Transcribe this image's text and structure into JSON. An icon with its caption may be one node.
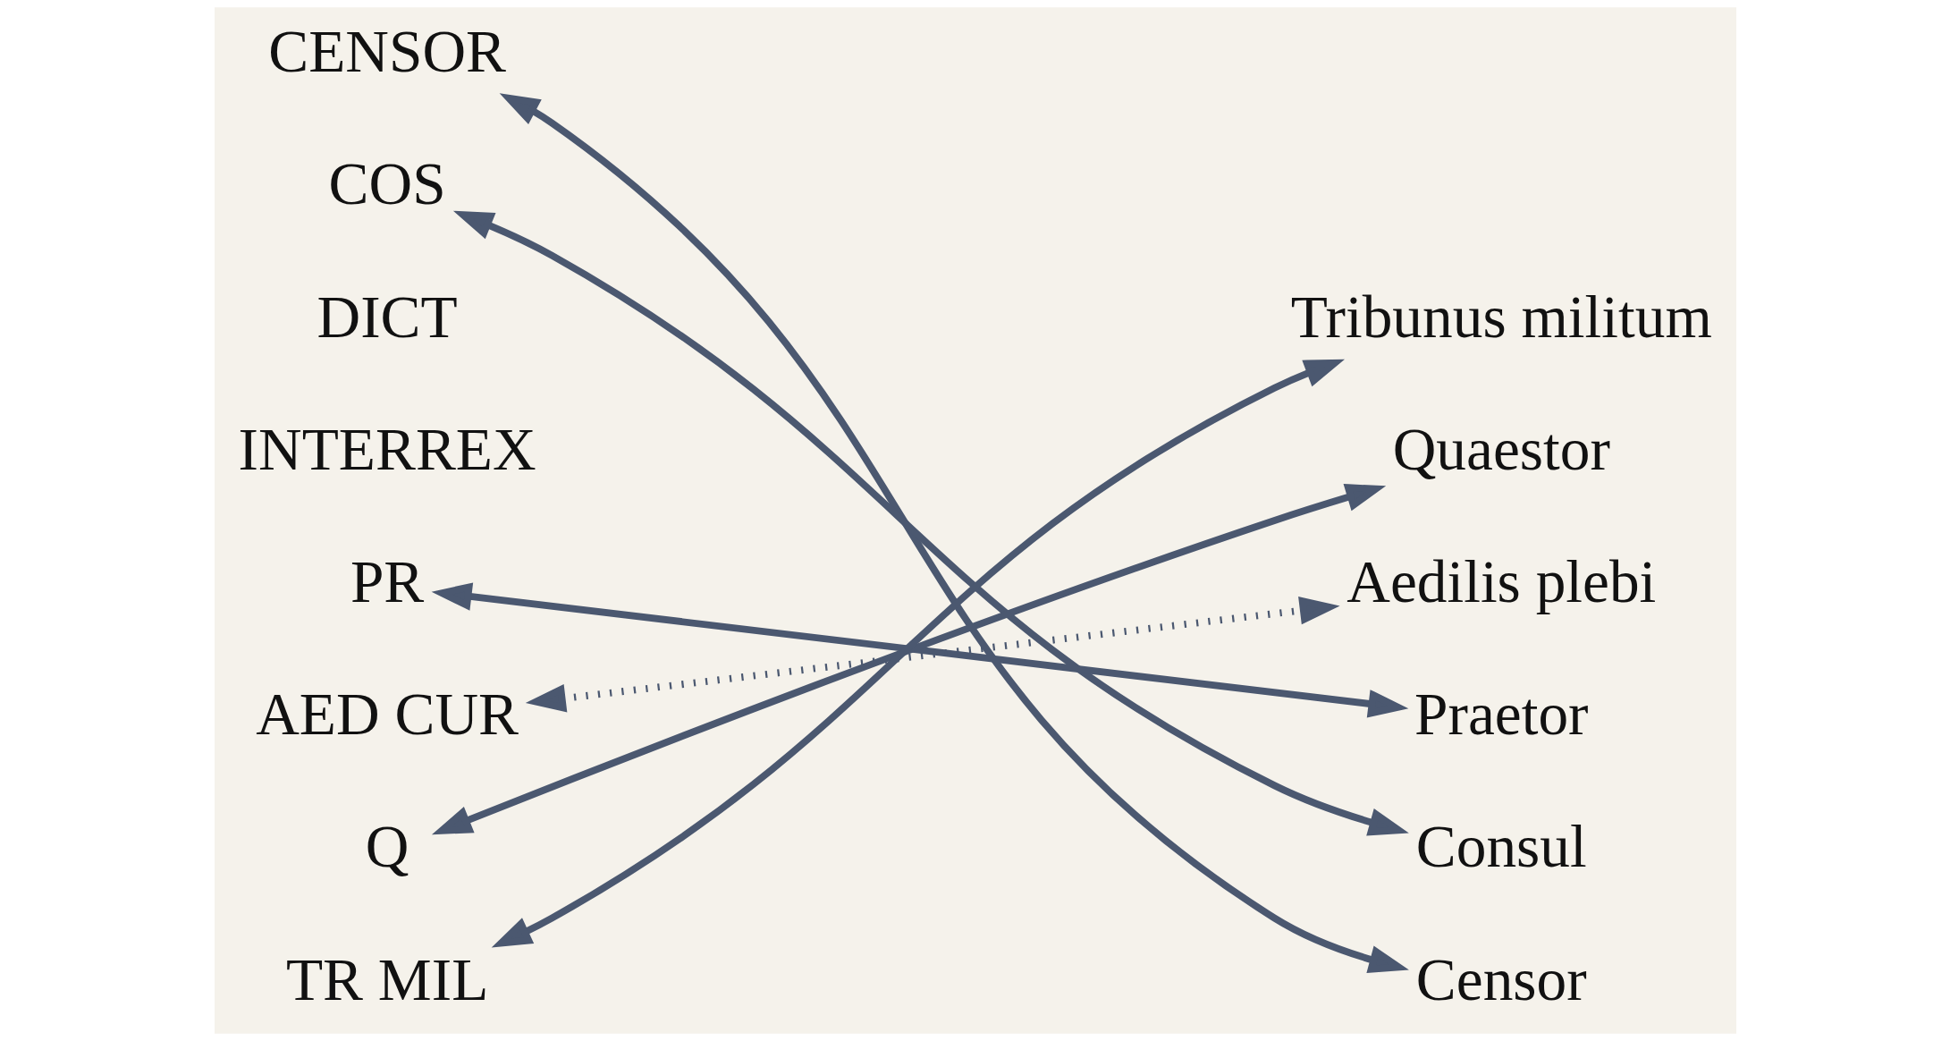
{
  "diagram": {
    "nodes": [
      {
        "text": [
          "CENSOR"
        ]
      },
      {
        "text": [
          "COS"
        ]
      },
      {
        "text": [
          "DICT"
        ]
      },
      {
        "text": [
          "INTERREX"
        ]
      },
      {
        "text": [
          "PR"
        ]
      },
      {
        "text": [
          "AED CUR"
        ]
      },
      {
        "text": [
          "Q"
        ]
      },
      {
        "text": [
          "TR MIL"
        ]
      },
      {
        "text": [
          "Tribunus militum"
        ]
      },
      {
        "text": [
          "Quaestor"
        ]
      },
      {
        "text": [
          "Aedilis plebi"
        ]
      },
      {
        "text": [
          "Praetor"
        ]
      },
      {
        "text": [
          "Consul"
        ]
      },
      {
        "text": [
          "Censor"
        ]
      }
    ],
    "edges": [
      {
        "from": 0,
        "to": 13,
        "arrow": "both"
      },
      {
        "from": 1,
        "to": 12,
        "arrow": "both"
      },
      {
        "from": 4,
        "to": 11,
        "arrow": "both"
      },
      {
        "from": 5,
        "to": 10,
        "arrow": "both",
        "style": "dashed"
      },
      {
        "from": 6,
        "to": 9,
        "arrow": "both"
      },
      {
        "from": 7,
        "to": 8,
        "arrow": "both"
      }
    ]
  }
}
